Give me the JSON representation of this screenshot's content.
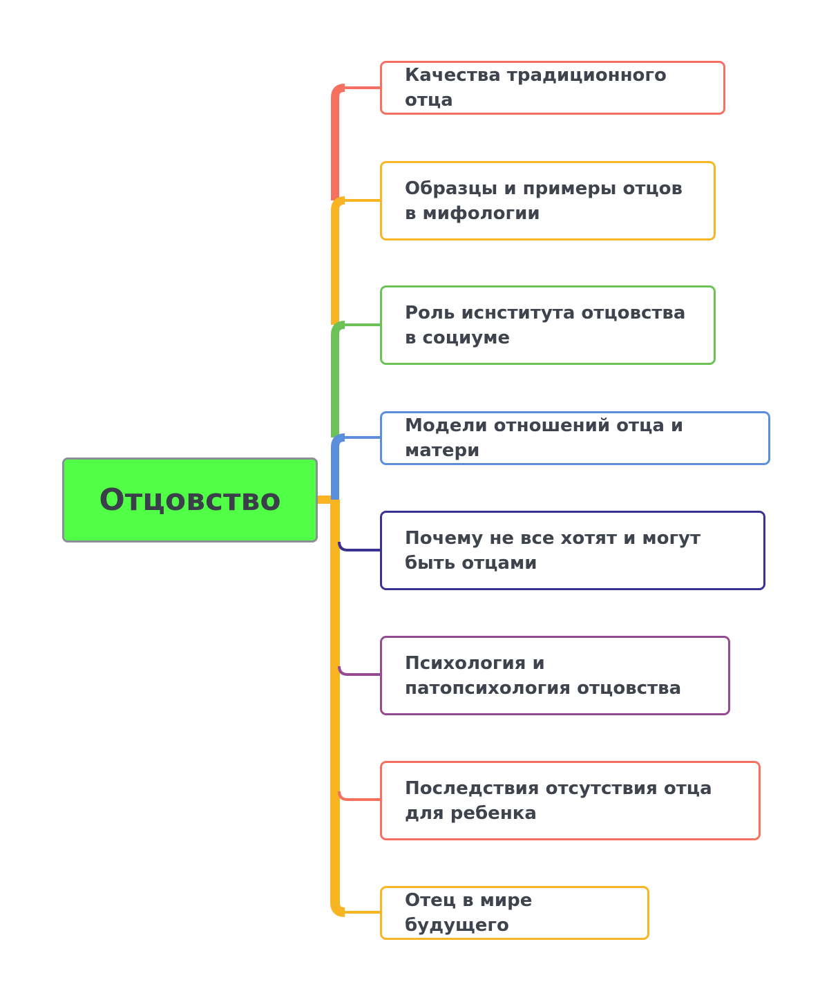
{
  "root": {
    "label": "Отцовство",
    "fill_color": "#52ff47",
    "border_color": "#8a8f98"
  },
  "branches": [
    {
      "label": "Качества традиционного отца",
      "color": "#f5705f"
    },
    {
      "label": "Образцы и примеры отцов в мифологии",
      "color": "#f7b523"
    },
    {
      "label": "Роль иснститута отцовства в социуме",
      "color": "#6cc257"
    },
    {
      "label": "Модели отношений отца и матери",
      "color": "#5b8fdb"
    },
    {
      "label": "Почему не все хотят и могут быть отцами",
      "color": "#3a3191"
    },
    {
      "label": "Психология и патопсихология отцовства",
      "color": "#964a8f"
    },
    {
      "label": "Последствия отсутствия отца для ребенка",
      "color": "#f5705f"
    },
    {
      "label": "Отец в мире будущего",
      "color": "#f7b523"
    }
  ]
}
